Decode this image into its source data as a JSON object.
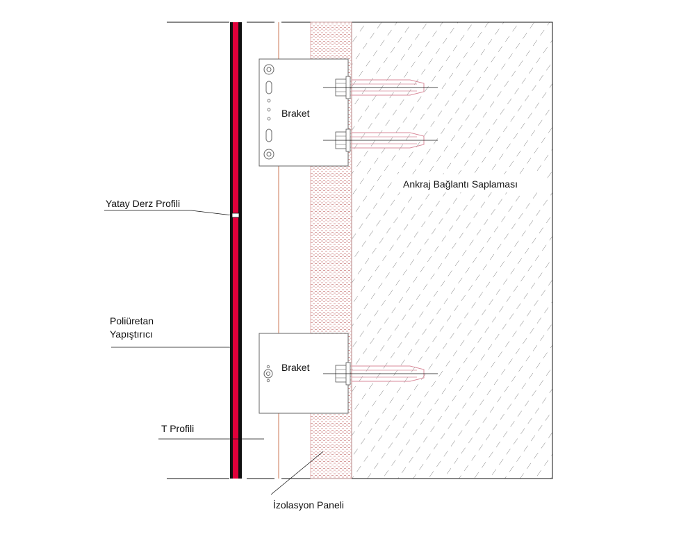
{
  "labels": {
    "yatay_derz_profili": "Yatay Derz Profili",
    "poliuretan_line1": "Poliüretan",
    "poliuretan_line2": "Yapıştırıcı",
    "t_profili": "T  Profili",
    "izolasyon_paneli": "İzolasyon Paneli",
    "ankraj": "Ankraj Bağlantı Saplaması",
    "braket_top": "Braket",
    "braket_bottom": "Braket"
  },
  "colors": {
    "panel_red": "#e0003a",
    "panel_black": "#111111",
    "insulation_dots": "#d9a0a0",
    "hatch": "#555555",
    "anchor_pink": "#d98a9a",
    "profile_line": "#cc7755",
    "bracket_stroke": "#666666"
  }
}
